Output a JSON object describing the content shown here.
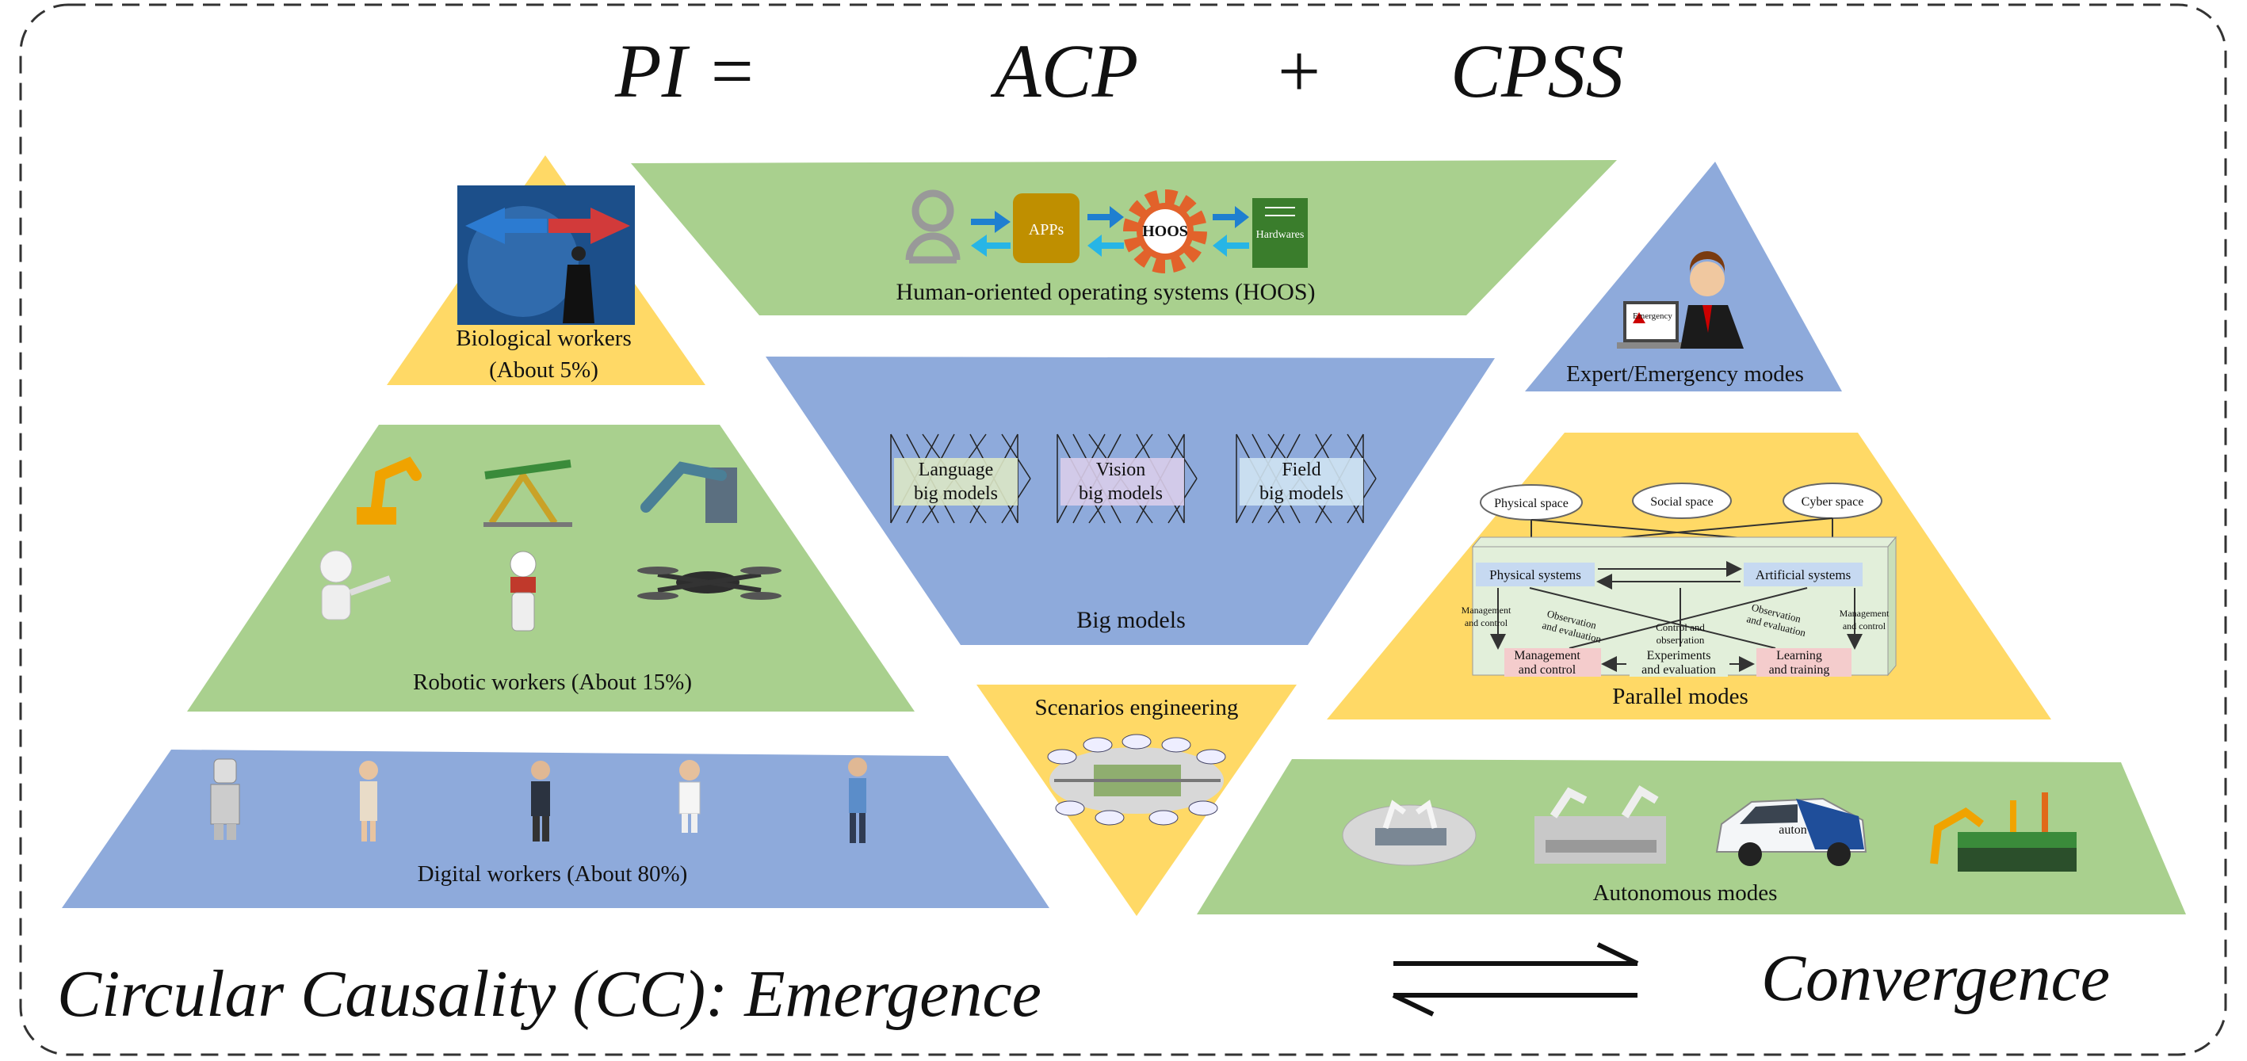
{
  "equation": {
    "lhs": "PI =",
    "term1": "ACP",
    "plus": "+",
    "term2": "CPSS"
  },
  "hoos": {
    "label": "Human-oriented operating systems (HOOS)",
    "apps": "APPs",
    "gear": "HOOS",
    "hardware": "Hardwares"
  },
  "workers": {
    "biological": [
      "Biological workers",
      "(About 5%)"
    ],
    "robotic": "Robotic workers (About 15%)",
    "digital": "Digital workers (About 80%)"
  },
  "big_models": {
    "label": "Big models",
    "language": [
      "Language",
      "big models"
    ],
    "vision": [
      "Vision",
      "big models"
    ],
    "field": [
      "Field",
      "big models"
    ]
  },
  "scenarios": {
    "label": "Scenarios engineering"
  },
  "expert": {
    "label": "Expert/Emergency modes",
    "screen_text": "Emergency"
  },
  "parallel": {
    "label": "Parallel modes",
    "spaces": [
      "Physical space",
      "Social space",
      "Cyber space"
    ],
    "physical_systems": "Physical systems",
    "artificial_systems": "Artificial systems",
    "mgmt_left": [
      "Management",
      "and control"
    ],
    "mgmt_right": [
      "Management",
      "and control"
    ],
    "obs_left": [
      "Observation",
      "and evaluation"
    ],
    "obs_right": [
      "Observation",
      "and evaluation"
    ],
    "ctrl_obs": [
      "Control and",
      "observation"
    ],
    "box_mgmt": [
      "Management",
      "and control"
    ],
    "box_exp": [
      "Experiments",
      "and evaluation"
    ],
    "box_learn": [
      "Learning",
      "and training"
    ]
  },
  "autonomous": {
    "label": "Autonomous modes",
    "car_text": "auton"
  },
  "bottom": {
    "left": "Circular Causality (CC): Emergence",
    "right": "Convergence"
  },
  "colors": {
    "green": "#a9d08e",
    "blue": "#8eaadb",
    "yellow": "#ffd966",
    "border": "#333333"
  }
}
